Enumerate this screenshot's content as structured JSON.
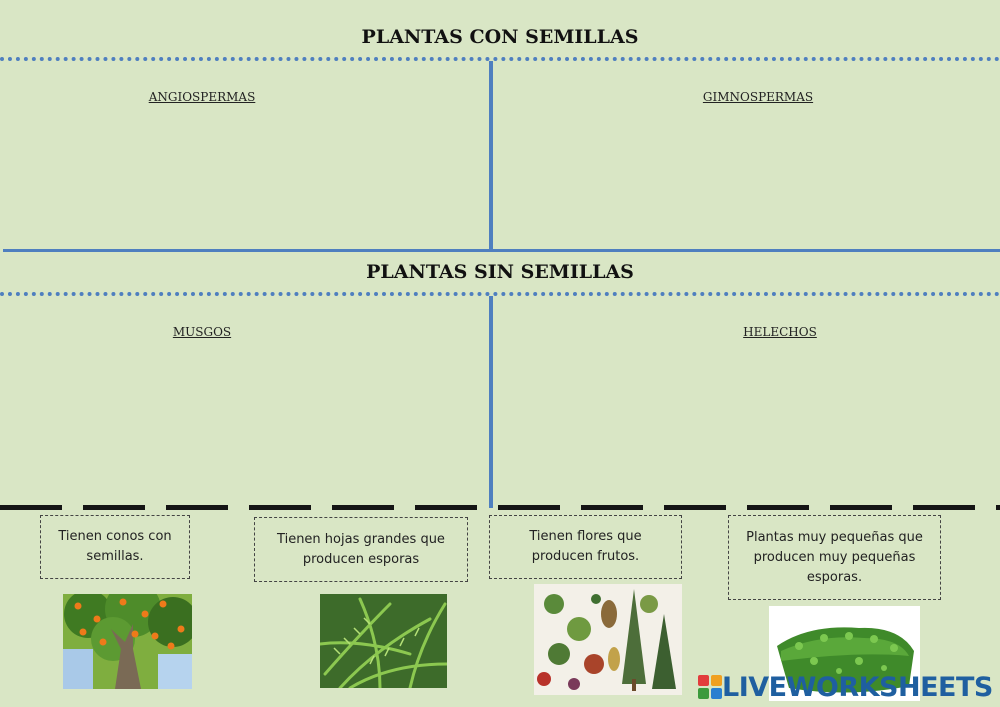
{
  "sections": {
    "with_seeds": {
      "title": "PLANTAS CON SEMILLAS",
      "left_label": "ANGIOSPERMAS",
      "right_label": "GIMNOSPERMAS"
    },
    "without_seeds": {
      "title": "PLANTAS SIN SEMILLAS",
      "left_label": "MUSGOS",
      "right_label": "HELECHOS"
    }
  },
  "cards": [
    {
      "text": "Tienen conos con semillas.",
      "image": "orange-tree-photo"
    },
    {
      "text": "Tienen hojas grandes que producen esporas",
      "image": "fern-photo"
    },
    {
      "text": "Tienen flores que producen frutos.",
      "image": "plant-illustrations"
    },
    {
      "text": "Plantas muy pequeñas que producen muy pequeñas esporas.",
      "image": "moss-photo"
    }
  ],
  "branding": {
    "logo_text": "LIVEWORKSHEETS",
    "logo_colors": [
      "#e23c3c",
      "#f0a020",
      "#3c9a3c",
      "#2a7fd0"
    ]
  }
}
